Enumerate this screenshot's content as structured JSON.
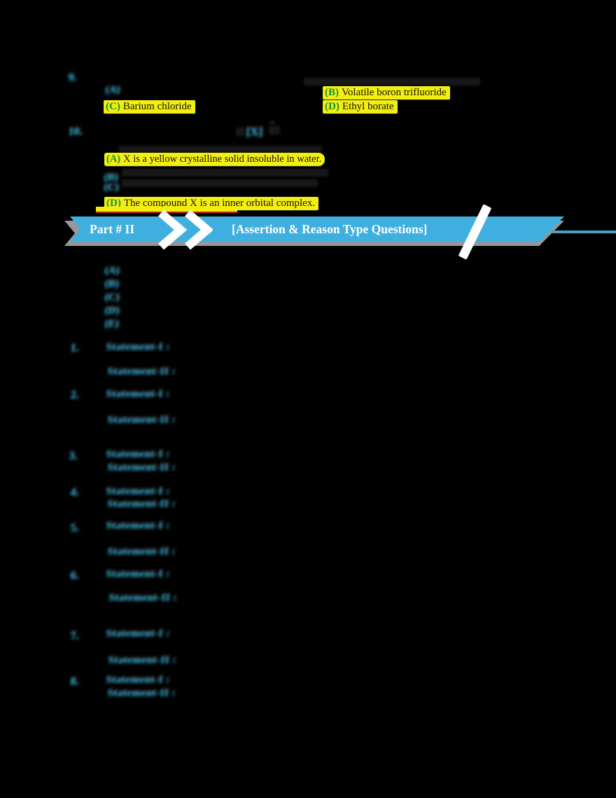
{
  "colors": {
    "background": "#000000",
    "highlight_yellow": "#f3ee12",
    "option_letter_green": "#12903a",
    "redacted_cyan": "#1b9fc8",
    "banner_blue": "#3fafdf",
    "banner_shadow_gray": "#94989c",
    "underline_red": "#c22600"
  },
  "question_9": {
    "number": "9.",
    "option_a_redacted": "(A)",
    "options": [
      {
        "label": "(B)",
        "text": "Volatile boron trifluoride"
      },
      {
        "label": "(C)",
        "text": "Barium chloride"
      },
      {
        "label": "(D)",
        "text": "Ethyl borate"
      }
    ]
  },
  "question_10": {
    "number": "10.",
    "formula_redacted": "[X]",
    "option_b_redacted": "(B)",
    "option_c_redacted": "(C)",
    "options": [
      {
        "label": "(A)",
        "text": "X is a yellow crystalline solid insoluble in water."
      },
      {
        "label": "(D)",
        "text": "The compound X is an inner orbital complex."
      }
    ]
  },
  "banner": {
    "part_label": "Part # II",
    "section_label": "[Assertion & Reason Type Questions]",
    "chevrons_icon": "double-chevron-right"
  },
  "answer_options_column": [
    "(A)",
    "(B)",
    "(C)",
    "(D)",
    "(E)"
  ],
  "items": [
    {
      "number": "1.",
      "line1": "Statement-I :",
      "line2": "Statement-II :"
    },
    {
      "number": "2.",
      "line1": "Statement-I :",
      "line2": "Statement-II :"
    },
    {
      "number": "3.",
      "line1": "Statement-I :",
      "line2": "Statement-II :"
    },
    {
      "number": "4.",
      "line1": "Statement-I :",
      "line2": "Statement-II :"
    },
    {
      "number": "5.",
      "line1": "Statement-I :",
      "line2": "Statement-II :"
    },
    {
      "number": "6.",
      "line1": "Statement-I :",
      "line2": "Statement-II :"
    },
    {
      "number": "7.",
      "line1": "Statement-I :",
      "line2": "Statement-II :"
    },
    {
      "number": "8.",
      "line1": "Statement-I :",
      "line2": "Statement-II :"
    }
  ]
}
